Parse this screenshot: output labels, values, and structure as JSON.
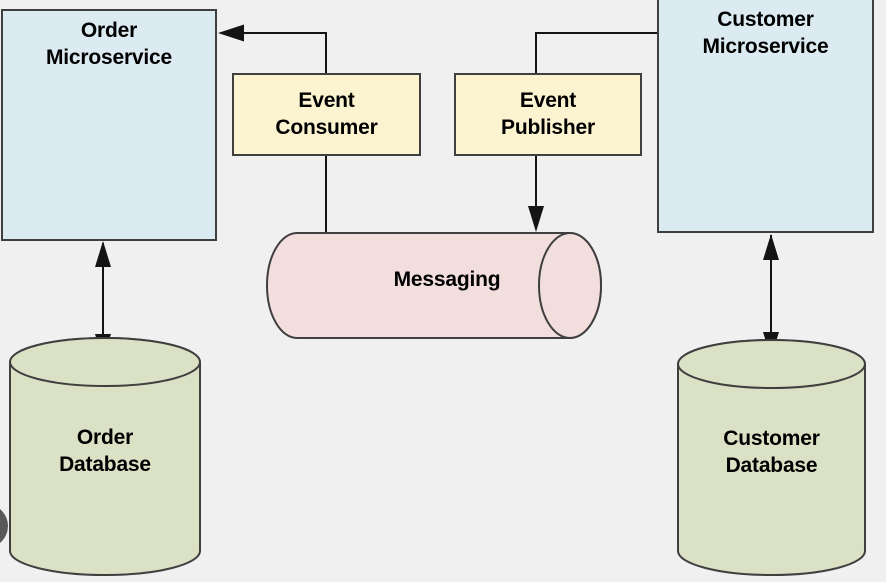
{
  "colors": {
    "background": "#f0f0f0",
    "service_fill": "#dcebf2",
    "event_fill": "#fcf3d0",
    "messaging_fill": "#f2dedc",
    "database_fill": "#dbe1c5",
    "shape_stroke": "#3f3f3f",
    "connector_stroke": "#141414",
    "label_color": "#000000",
    "corner_circle_fill": "#595959"
  },
  "nodes": {
    "order_microservice": {
      "lines": [
        "Order",
        "Microservice"
      ],
      "kind": "service"
    },
    "customer_microservice": {
      "lines": [
        "Customer",
        "Microservice"
      ],
      "kind": "service"
    },
    "event_consumer": {
      "lines": [
        "Event",
        "Consumer"
      ],
      "kind": "event-component"
    },
    "event_publisher": {
      "lines": [
        "Event",
        "Publisher"
      ],
      "kind": "event-component"
    },
    "messaging": {
      "lines": [
        "Messaging"
      ],
      "kind": "message-queue"
    },
    "order_database": {
      "lines": [
        "Order",
        "Database"
      ],
      "kind": "database"
    },
    "customer_database": {
      "lines": [
        "Customer",
        "Database"
      ],
      "kind": "database"
    }
  },
  "edges": [
    {
      "from": "messaging",
      "via": "event_consumer",
      "to": "order_microservice",
      "arrow": "single",
      "head_at": "order_microservice"
    },
    {
      "from": "customer_microservice",
      "via": "event_publisher",
      "to": "messaging",
      "arrow": "single",
      "head_at": "messaging"
    },
    {
      "from": "order_microservice",
      "to": "order_database",
      "arrow": "double"
    },
    {
      "from": "customer_microservice",
      "to": "customer_database",
      "arrow": "double"
    }
  ]
}
